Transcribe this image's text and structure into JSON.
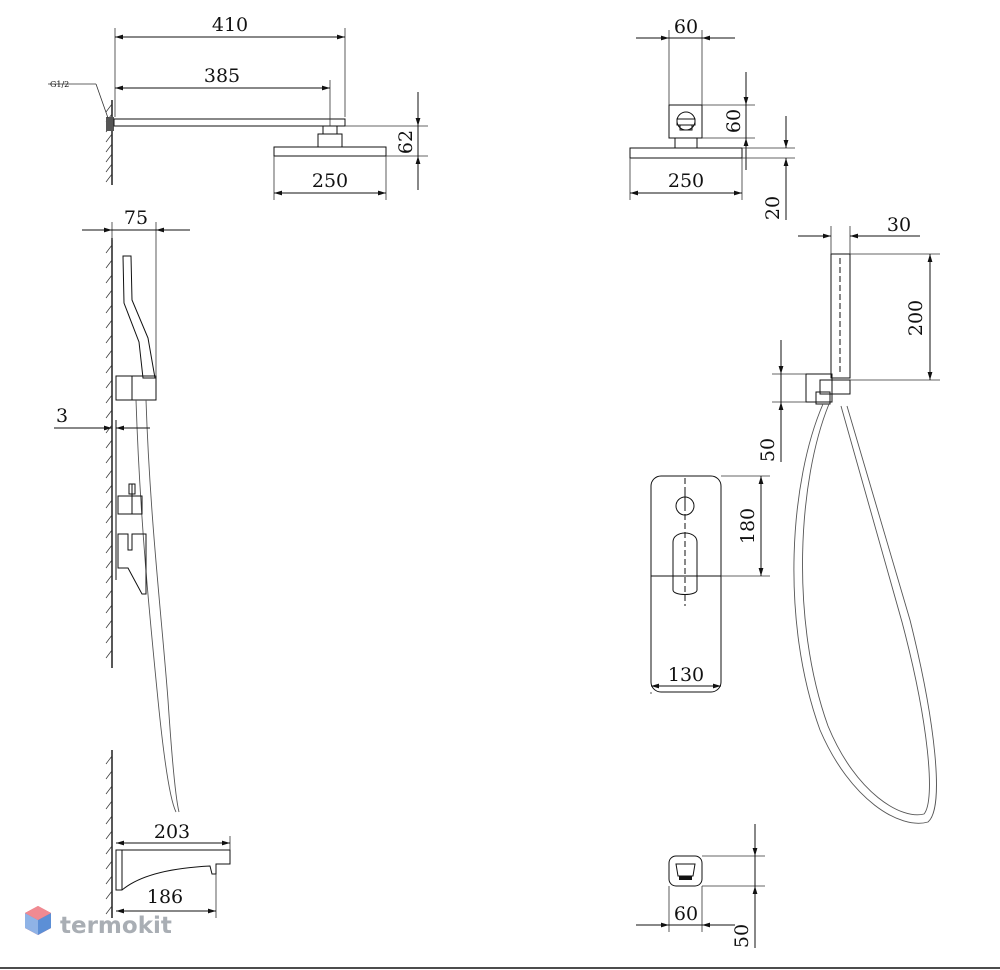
{
  "thread_label": "G1/2",
  "brand": {
    "logo_text": "termokit",
    "colors": {
      "logo_red": "#e8505b",
      "logo_blue": "#5c8fd6",
      "logo_text": "#a9aeb4"
    }
  },
  "dimensions": {
    "arm_total": "410",
    "arm_inner": "385",
    "head_height_side": "62",
    "head_width_side": "250",
    "flange_width": "60",
    "flange_height": "60",
    "head_width_front": "250",
    "head_thickness": "20",
    "handheld_depth": "75",
    "holder_width": "30",
    "handset_length": "200",
    "holder_height": "50",
    "plate_gap": "3",
    "plate_height": "180",
    "plate_width": "130",
    "spout_length": "203",
    "spout_reach": "186",
    "spout_width": "60",
    "spout_height": "50"
  }
}
